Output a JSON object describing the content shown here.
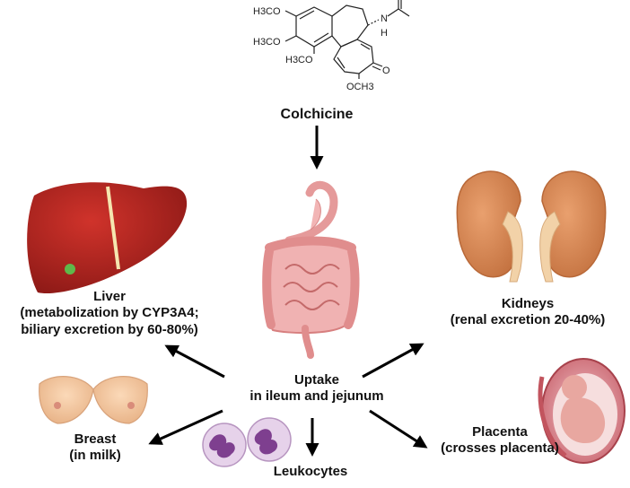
{
  "molecule": {
    "name": "Colchicine",
    "groups": [
      "H3CO",
      "H3CO",
      "H3CO",
      "OCH3"
    ],
    "atoms": [
      "N",
      "H",
      "O"
    ]
  },
  "uptake": {
    "line1": "Uptake",
    "line2": "in ileum and jejunum"
  },
  "liver": {
    "title": "Liver",
    "line1": "(metabolization by CYP3A4;",
    "line2": "biliary excretion by 60-80%)"
  },
  "kidneys": {
    "title": "Kidneys",
    "line1": "(renal excretion 20-40%)"
  },
  "breast": {
    "title": "Breast",
    "line1": "(in milk)"
  },
  "placenta": {
    "title": "Placenta",
    "line1": "(crosses placenta)"
  },
  "leukocytes": {
    "title": "Leukocytes"
  },
  "colors": {
    "liver": "#b5231f",
    "kidney": "#d9895a",
    "ureter": "#f2d2a8",
    "intestine": "#e9a3a3",
    "breast": "#f4c7a0",
    "leukocyte": "#9b5aa8",
    "arrow": "#000000"
  },
  "icons": [
    "colchicine-structure-icon",
    "intestine-icon",
    "liver-icon",
    "kidneys-icon",
    "breast-icon",
    "leukocytes-icon",
    "fetus-icon"
  ]
}
